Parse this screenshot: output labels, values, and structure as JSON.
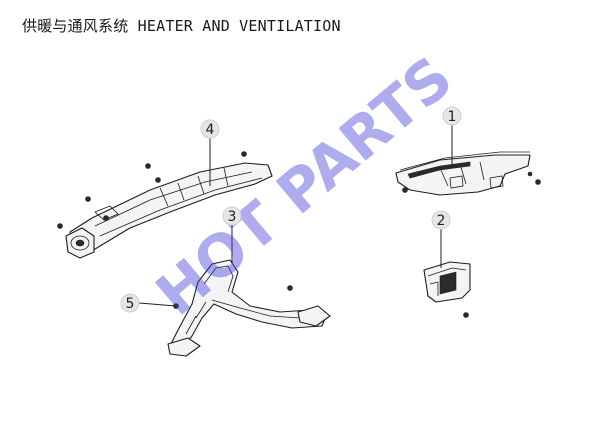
{
  "title": {
    "chinese": "供暖与通风系统",
    "english": "HEATER AND VENTILATION"
  },
  "callouts": [
    "1",
    "2",
    "3",
    "4",
    "5"
  ],
  "watermark": "HOT PARTS",
  "colors": {
    "watermark": "#3a3ad8",
    "callout_fill": "#e6e6e6",
    "line": "#1e1e1e"
  }
}
